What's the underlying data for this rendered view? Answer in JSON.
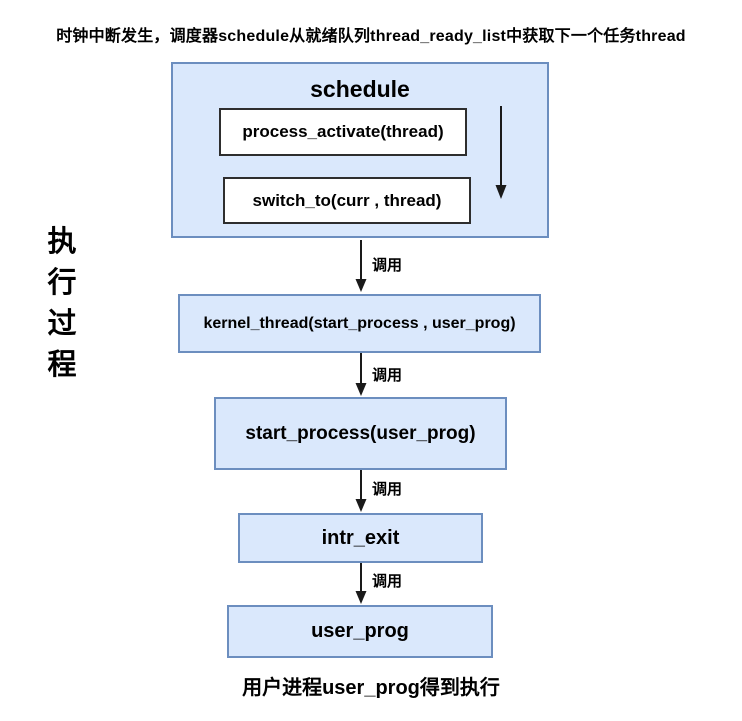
{
  "title": "时钟中断发生，调度器schedule从就绪队列thread_ready_list中获取下一个任务thread",
  "side_label": "执行过程",
  "schedule_group": {
    "title": "schedule",
    "steps": [
      {
        "label": "process_activate(thread)"
      },
      {
        "label": "switch_to(curr , thread)"
      }
    ]
  },
  "connectors": [
    {
      "label": "调用"
    },
    {
      "label": "调用"
    },
    {
      "label": "调用"
    },
    {
      "label": "调用"
    }
  ],
  "flow_boxes": [
    {
      "label": "kernel_thread(start_process , user_prog)"
    },
    {
      "label": "start_process(user_prog)"
    },
    {
      "label": "intr_exit"
    },
    {
      "label": "user_prog"
    }
  ],
  "footer": "用户进程user_prog得到执行",
  "colors": {
    "box_fill": "#dae8fc",
    "box_border": "#6c8ebf",
    "inner_box_border": "#2e2e2e",
    "arrow": "#1a1a1a",
    "text": "#000000"
  }
}
